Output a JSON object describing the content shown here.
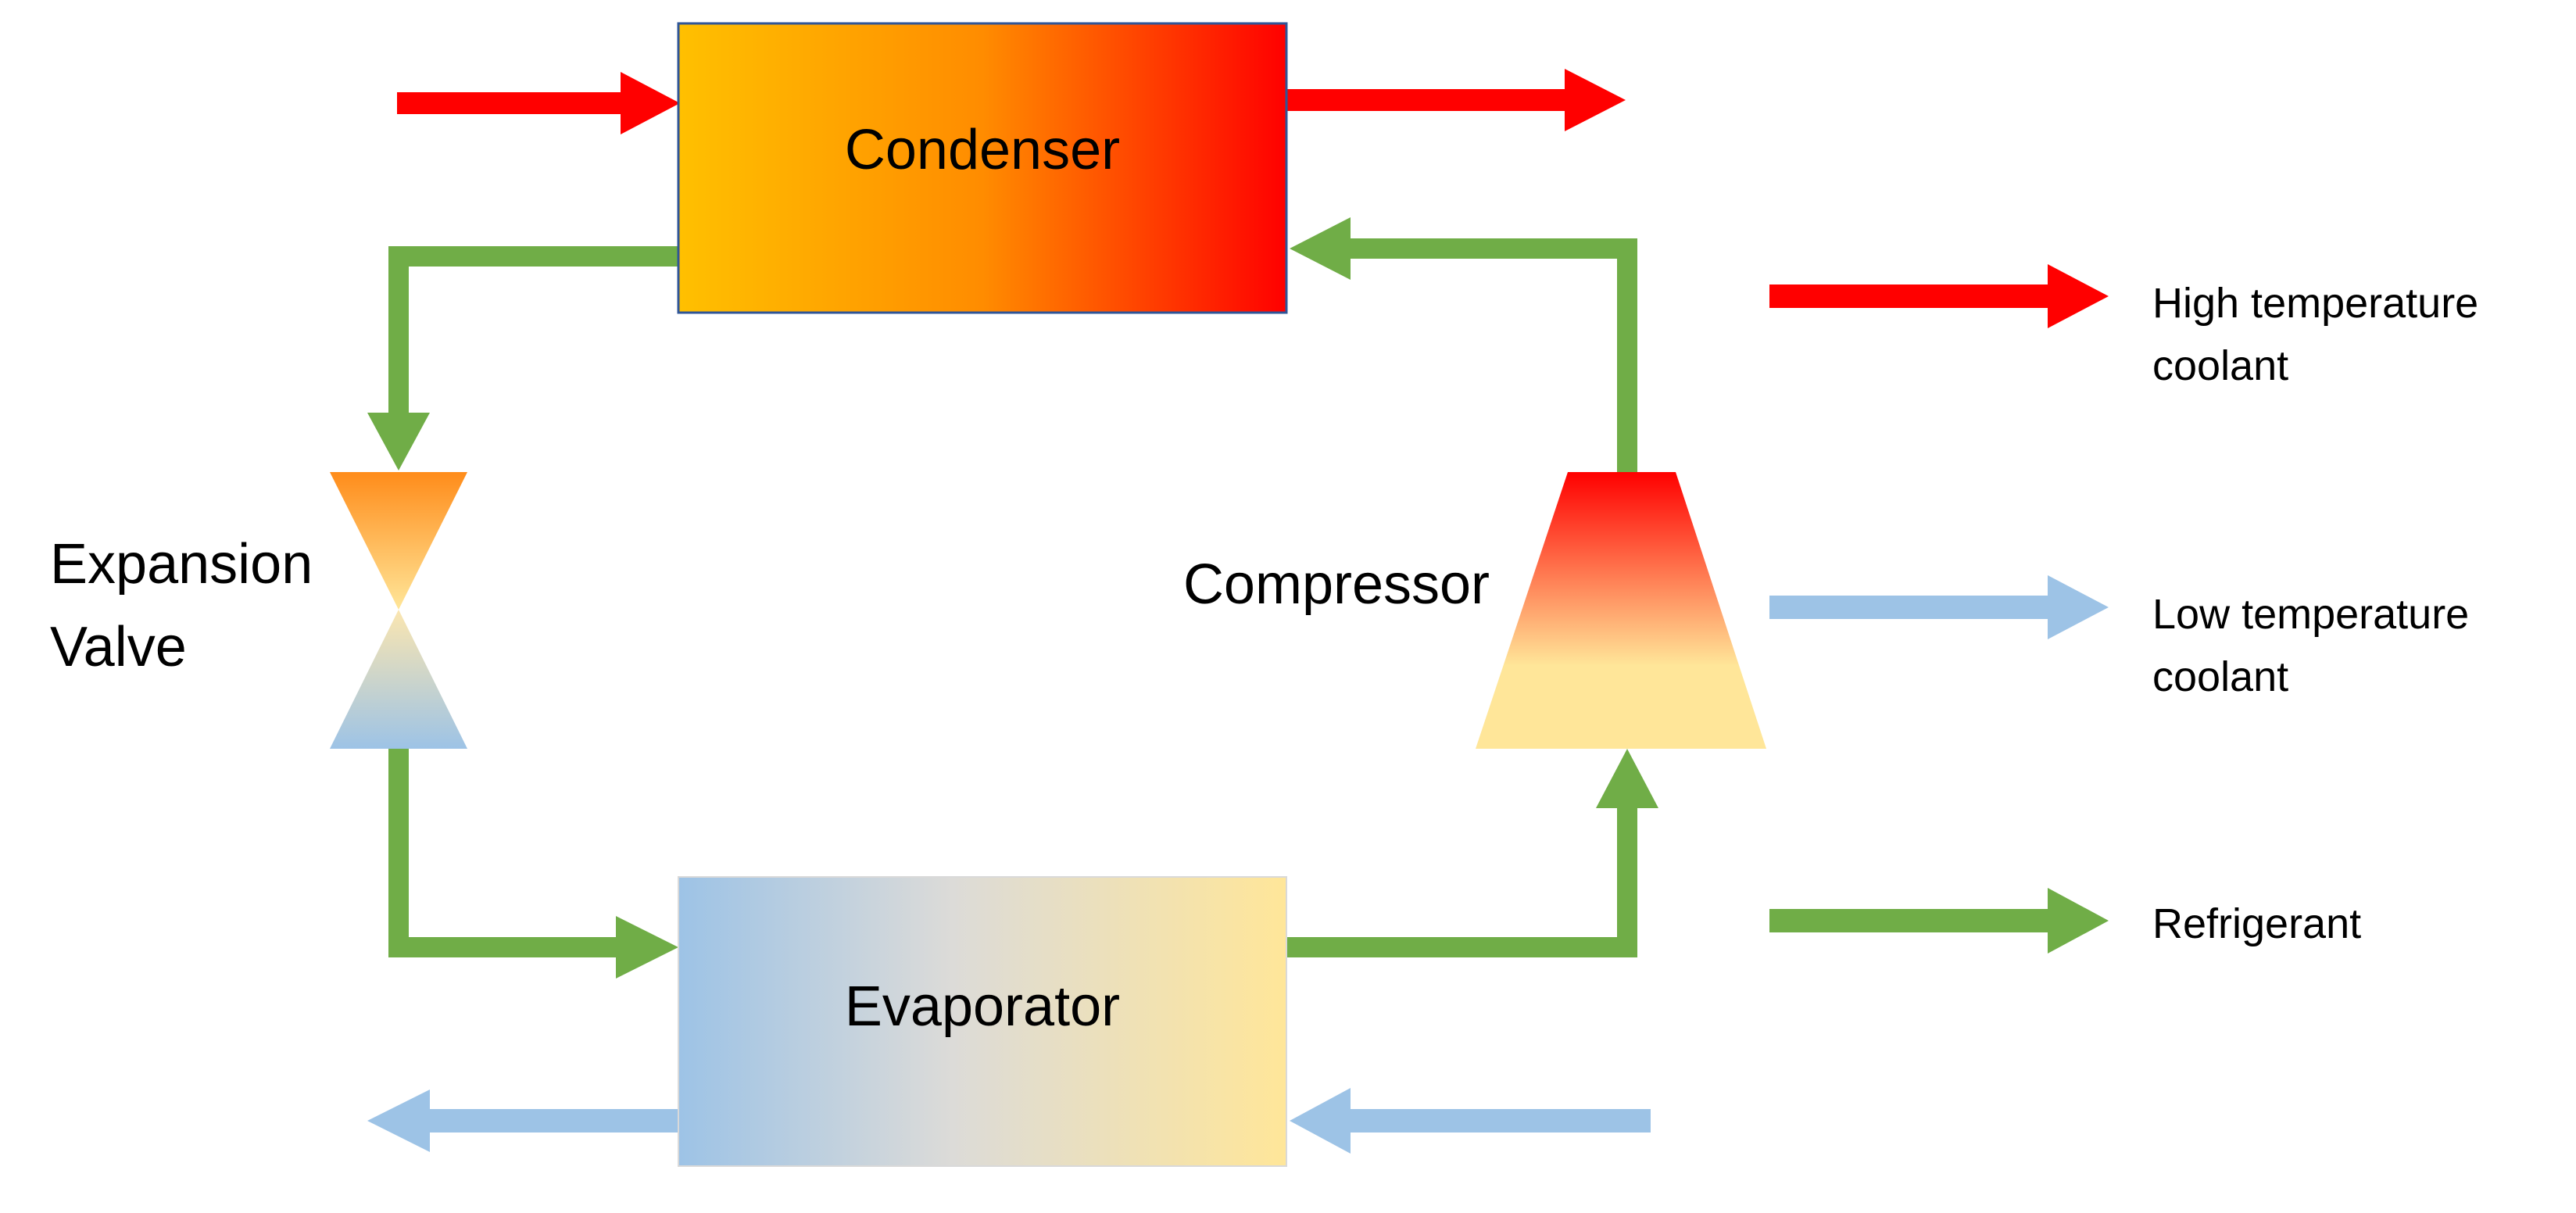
{
  "components": {
    "condenser": {
      "label": "Condenser"
    },
    "evaporator": {
      "label": "Evaporator"
    },
    "compressor": {
      "label": "Compressor"
    },
    "expansion_valve": {
      "label_line1": "Expansion",
      "label_line2": "Valve"
    }
  },
  "legend": {
    "items": [
      {
        "label_line1": "High temperature",
        "label_line2": "coolant",
        "color": "#ff0000"
      },
      {
        "label_line1": "Low temperature",
        "label_line2": "coolant",
        "color": "#9dc3e6"
      },
      {
        "label_line1": "Refrigerant",
        "label_line2": "",
        "color": "#70ad47"
      }
    ]
  },
  "colors": {
    "high_temp": "#ff0000",
    "low_temp": "#9dc3e6",
    "refrigerant": "#70ad47",
    "warm_orange": "#ffc000",
    "pale_yellow": "#ffe699"
  }
}
